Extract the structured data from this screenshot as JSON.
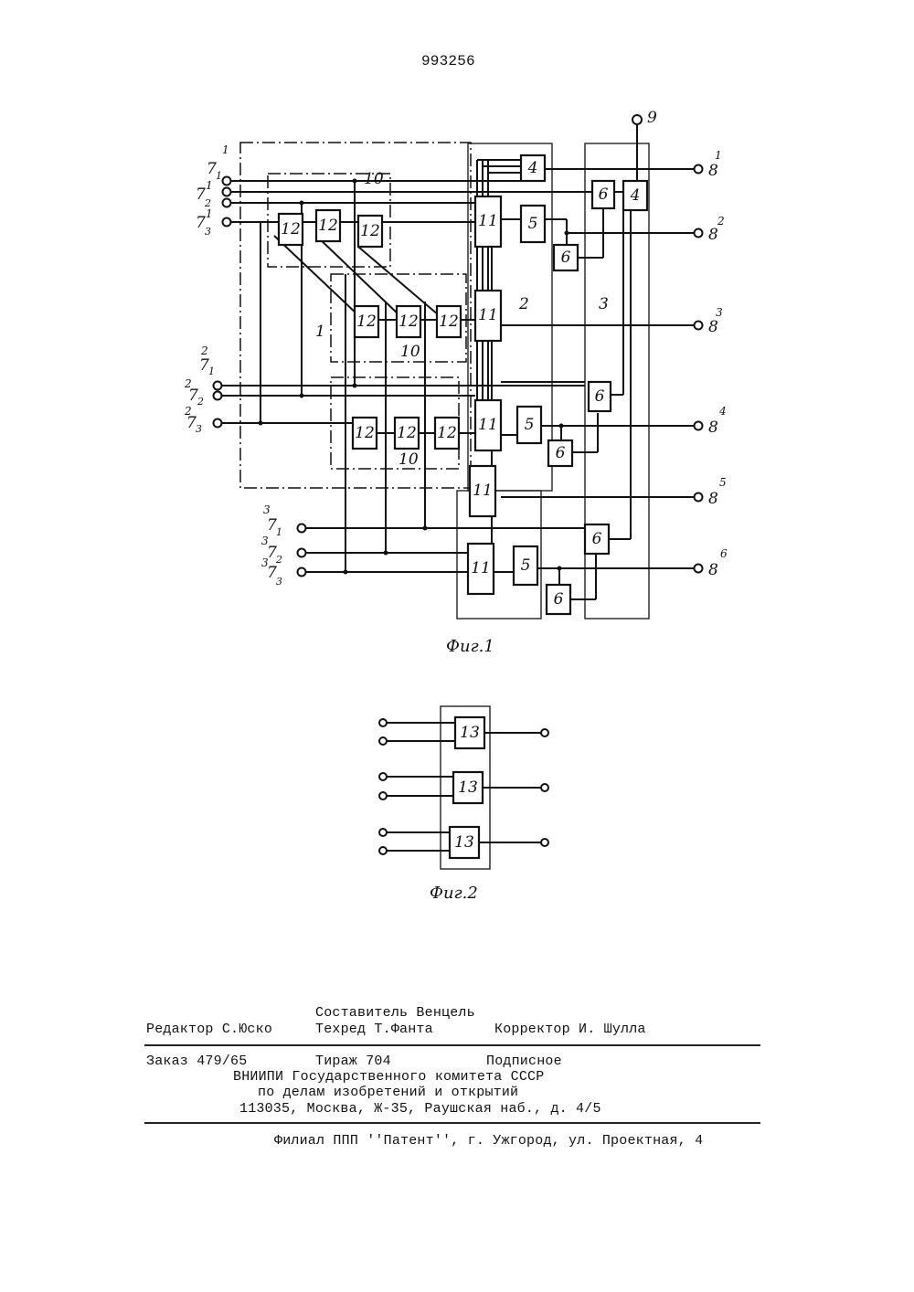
{
  "header": {
    "patent_number": "993256"
  },
  "figure1": {
    "caption": "Фиг.1",
    "blocks": {
      "b12": "12",
      "b11": "11",
      "b10": "10",
      "b5": "5",
      "b6": "6",
      "b4": "4",
      "g1": "1",
      "g2": "2",
      "g3": "3"
    },
    "input_main": "7",
    "output_main": "8",
    "control_terminal": "9",
    "output_indices": [
      "1",
      "2",
      "3",
      "4",
      "5",
      "6"
    ],
    "input_groups": [
      "1",
      "2",
      "3"
    ],
    "input_subs": [
      "1",
      "2",
      "3"
    ]
  },
  "figure2": {
    "caption": "Фиг.2",
    "block_label": "13"
  },
  "colophon": {
    "compiler": "Составитель Венцель",
    "editor": "Редактор С.Юско",
    "techred": "Техред Т.Фанта",
    "corrector": "Корректор И. Шулла",
    "order": "Заказ 479/65",
    "circulation": "Тираж 704",
    "subscription": "Подписное",
    "org_line1": "ВНИИПИ Государственного комитета СССР",
    "org_line2": "по делам изобретений и открытий",
    "address": "113035, Москва, Ж-35, Раушская наб., д. 4/5",
    "branch": "Филиал ППП ''Патент'', г. Ужгород, ул. Проектная, 4"
  }
}
